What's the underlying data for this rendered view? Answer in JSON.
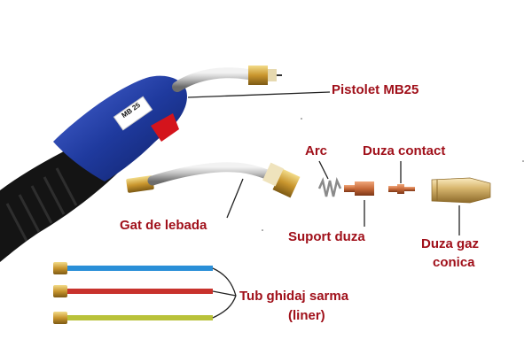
{
  "labels": {
    "pistolet": "Pistolet MB25",
    "arc": "Arc",
    "duza_contact": "Duza contact",
    "gat": "Gat de lebada",
    "suport": "Suport duza",
    "duza_gaz_1": "Duza gaz",
    "duza_gaz_2": "conica",
    "tub_1": "Tub ghidaj sarma",
    "tub_2": "(liner)",
    "handle_badge": "MB 25"
  },
  "colors": {
    "label_text": "#a0101a",
    "leader_line": "#222222",
    "handle_blue": "#1f3a9e",
    "handle_black": "#141414",
    "trigger_red": "#d4141c",
    "brass": "#c9962e",
    "copper": "#c86a3a",
    "liner_blue": "#2a8fd8",
    "liner_red": "#c8322c",
    "liner_yellow": "#b9c23a"
  }
}
